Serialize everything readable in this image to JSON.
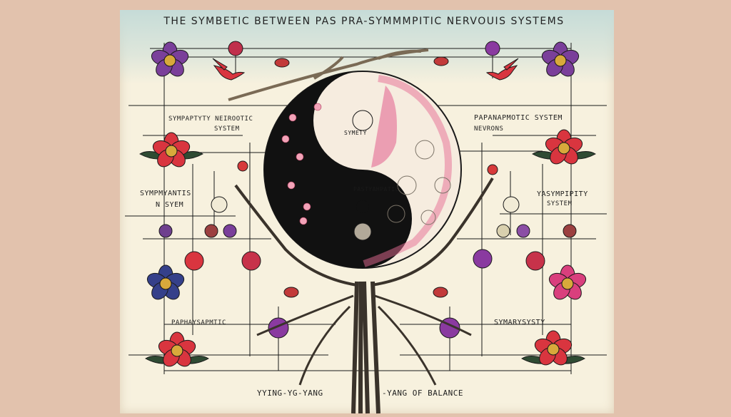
{
  "title": "THE SYMBETIC  BETWEEN PAS PRA-SYMMMPITIC  NERVOUIS SYSTEMS",
  "labels": {
    "left_top_1": "SYMPAPTYTY NEIROOTIC",
    "left_top_2": "SYSTEM",
    "left_mid_1": "SYMPMYANTIS",
    "left_mid_2": "N SYEM",
    "left_low": "PAPHAYSAPMTIC",
    "right_top_1": "PAPANAPMOTIC SYSTEM",
    "right_top_2": "NEVRONS",
    "right_mid_1": "YASYMPIPITY",
    "right_mid_2": "SYSTEM",
    "right_low": "SYMARYSYSTY",
    "center_upper": "SYMETY",
    "center_lower": "PASTYAHPATIC",
    "bottom_left": "YYING-YG-YANG",
    "bottom_right": "-YANG  OF BALANCE"
  },
  "colors": {
    "background": "#e2c2ad",
    "paper": "#f7f1de",
    "ink": "#1a1a1a",
    "crimson": "#d9353f",
    "purple": "#7a3f9a",
    "pink": "#e56b94",
    "navy": "#35408a",
    "leaf": "#2f4b33"
  },
  "icons": [
    "peony-flower-icon",
    "red-bird-icon",
    "yin-yang-icon",
    "tree-trunk-icon",
    "branch-icon",
    "node-circle-icon"
  ]
}
